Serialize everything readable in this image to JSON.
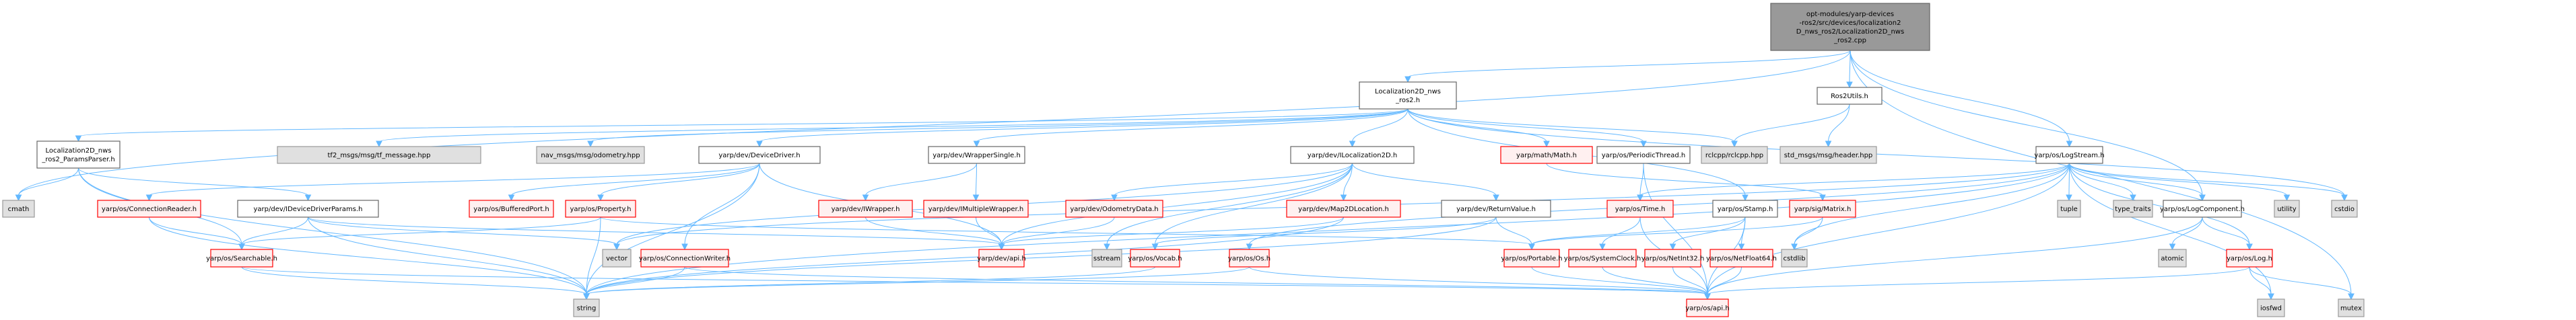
{
  "title": "Include dependency graph for Localization2D_nws_ros2.cpp",
  "styles": {
    "root": {
      "fill": "#999999",
      "stroke": "#666666"
    },
    "normal": {
      "fill": "#ffffff",
      "stroke": "#666666"
    },
    "external": {
      "fill": "#e0e0e0",
      "stroke": "#999999"
    },
    "truncated": {
      "fill": "#fff0f0",
      "stroke": "#ff0000"
    },
    "edge_color": "#63b8ff"
  },
  "nodes": [
    {
      "id": "root",
      "kind": "root",
      "lines": [
        "opt-modules/yarp-devices",
        "-ros2/src/devices/localization2",
        "D_nws_ros2/Localization2D_nws",
        "_ros2.cpp"
      ]
    },
    {
      "id": "loc_h",
      "kind": "normal",
      "lines": [
        "Localization2D_nws",
        "_ros2.h"
      ]
    },
    {
      "id": "ros2utils",
      "kind": "normal",
      "lines": [
        "Ros2Utils.h"
      ]
    },
    {
      "id": "params",
      "kind": "normal",
      "lines": [
        "Localization2D_nws",
        "_ros2_ParamsParser.h"
      ]
    },
    {
      "id": "tf2",
      "kind": "external",
      "lines": [
        "tf2_msgs/msg/tf_message.hpp"
      ]
    },
    {
      "id": "navmsgs",
      "kind": "external",
      "lines": [
        "nav_msgs/msg/odometry.hpp"
      ]
    },
    {
      "id": "devicedriver",
      "kind": "normal",
      "lines": [
        "yarp/dev/DeviceDriver.h"
      ]
    },
    {
      "id": "wrappersingle",
      "kind": "normal",
      "lines": [
        "yarp/dev/WrapperSingle.h"
      ]
    },
    {
      "id": "iloc2d",
      "kind": "normal",
      "lines": [
        "yarp/dev/ILocalization2D.h"
      ]
    },
    {
      "id": "math",
      "kind": "truncated",
      "lines": [
        "yarp/math/Math.h"
      ]
    },
    {
      "id": "periodic",
      "kind": "normal",
      "lines": [
        "yarp/os/PeriodicThread.h"
      ]
    },
    {
      "id": "rclcpp",
      "kind": "external",
      "lines": [
        "rclcpp/rclcpp.hpp"
      ]
    },
    {
      "id": "stdmsgs",
      "kind": "external",
      "lines": [
        "std_msgs/msg/header.hpp"
      ]
    },
    {
      "id": "logstream",
      "kind": "normal",
      "lines": [
        "yarp/os/LogStream.h"
      ]
    },
    {
      "id": "cmath",
      "kind": "external",
      "lines": [
        "cmath"
      ]
    },
    {
      "id": "connreader",
      "kind": "truncated",
      "lines": [
        "yarp/os/ConnectionReader.h"
      ]
    },
    {
      "id": "idevparams",
      "kind": "normal",
      "lines": [
        "yarp/dev/IDeviceDriverParams.h"
      ]
    },
    {
      "id": "bufferedport",
      "kind": "truncated",
      "lines": [
        "yarp/os/BufferedPort.h"
      ]
    },
    {
      "id": "property",
      "kind": "truncated",
      "lines": [
        "yarp/os/Property.h"
      ]
    },
    {
      "id": "iwrapper",
      "kind": "truncated",
      "lines": [
        "yarp/dev/IWrapper.h"
      ]
    },
    {
      "id": "imultiwrapper",
      "kind": "truncated",
      "lines": [
        "yarp/dev/IMultipleWrapper.h"
      ]
    },
    {
      "id": "odometry",
      "kind": "truncated",
      "lines": [
        "yarp/dev/OdometryData.h"
      ]
    },
    {
      "id": "map2dloc",
      "kind": "truncated",
      "lines": [
        "yarp/dev/Map2DLocation.h"
      ]
    },
    {
      "id": "returnvalue",
      "kind": "normal",
      "lines": [
        "yarp/dev/ReturnValue.h"
      ]
    },
    {
      "id": "time",
      "kind": "truncated",
      "lines": [
        "yarp/os/Time.h"
      ]
    },
    {
      "id": "stamp",
      "kind": "normal",
      "lines": [
        "yarp/os/Stamp.h"
      ]
    },
    {
      "id": "matrix",
      "kind": "truncated",
      "lines": [
        "yarp/sig/Matrix.h"
      ]
    },
    {
      "id": "tuple",
      "kind": "external",
      "lines": [
        "tuple"
      ]
    },
    {
      "id": "typetraits",
      "kind": "external",
      "lines": [
        "type_traits"
      ]
    },
    {
      "id": "logcomponent",
      "kind": "normal",
      "lines": [
        "yarp/os/LogComponent.h"
      ]
    },
    {
      "id": "utility",
      "kind": "external",
      "lines": [
        "utility"
      ]
    },
    {
      "id": "cstdio",
      "kind": "external",
      "lines": [
        "cstdio"
      ]
    },
    {
      "id": "searchable",
      "kind": "truncated",
      "lines": [
        "yarp/os/Searchable.h"
      ]
    },
    {
      "id": "vector",
      "kind": "external",
      "lines": [
        "vector"
      ]
    },
    {
      "id": "connwriter",
      "kind": "truncated",
      "lines": [
        "yarp/os/ConnectionWriter.h"
      ]
    },
    {
      "id": "devapi",
      "kind": "truncated",
      "lines": [
        "yarp/dev/api.h"
      ]
    },
    {
      "id": "sstream",
      "kind": "external",
      "lines": [
        "sstream"
      ]
    },
    {
      "id": "vocab",
      "kind": "truncated",
      "lines": [
        "yarp/os/Vocab.h"
      ]
    },
    {
      "id": "os",
      "kind": "truncated",
      "lines": [
        "yarp/os/Os.h"
      ]
    },
    {
      "id": "portable",
      "kind": "truncated",
      "lines": [
        "yarp/os/Portable.h"
      ]
    },
    {
      "id": "systemclock",
      "kind": "truncated",
      "lines": [
        "yarp/os/SystemClock.h"
      ]
    },
    {
      "id": "netint32",
      "kind": "truncated",
      "lines": [
        "yarp/os/NetInt32.h"
      ]
    },
    {
      "id": "netfloat64",
      "kind": "truncated",
      "lines": [
        "yarp/os/NetFloat64.h"
      ]
    },
    {
      "id": "cstdlib",
      "kind": "external",
      "lines": [
        "cstdlib"
      ]
    },
    {
      "id": "atomic",
      "kind": "external",
      "lines": [
        "atomic"
      ]
    },
    {
      "id": "log",
      "kind": "truncated",
      "lines": [
        "yarp/os/Log.h"
      ]
    },
    {
      "id": "string",
      "kind": "external",
      "lines": [
        "string"
      ]
    },
    {
      "id": "osapi",
      "kind": "truncated",
      "lines": [
        "yarp/os/api.h"
      ]
    },
    {
      "id": "iosfwd",
      "kind": "external",
      "lines": [
        "iosfwd"
      ]
    },
    {
      "id": "mutex",
      "kind": "external",
      "lines": [
        "mutex"
      ]
    }
  ],
  "edges": [
    [
      "root",
      "loc_h"
    ],
    [
      "root",
      "ros2utils"
    ],
    [
      "root",
      "logstream"
    ],
    [
      "root",
      "logcomponent"
    ],
    [
      "root",
      "cmath"
    ],
    [
      "root",
      "mutex"
    ],
    [
      "loc_h",
      "params"
    ],
    [
      "loc_h",
      "tf2"
    ],
    [
      "loc_h",
      "navmsgs"
    ],
    [
      "loc_h",
      "devicedriver"
    ],
    [
      "loc_h",
      "wrappersingle"
    ],
    [
      "loc_h",
      "iloc2d"
    ],
    [
      "loc_h",
      "math"
    ],
    [
      "loc_h",
      "periodic"
    ],
    [
      "loc_h",
      "rclcpp"
    ],
    [
      "loc_h",
      "stamp"
    ],
    [
      "loc_h",
      "cstdio"
    ],
    [
      "ros2utils",
      "rclcpp"
    ],
    [
      "ros2utils",
      "stdmsgs"
    ],
    [
      "params",
      "cmath"
    ],
    [
      "params",
      "idevparams"
    ],
    [
      "params",
      "searchable"
    ],
    [
      "params",
      "string"
    ],
    [
      "devicedriver",
      "connreader"
    ],
    [
      "devicedriver",
      "bufferedport"
    ],
    [
      "devicedriver",
      "property"
    ],
    [
      "devicedriver",
      "connwriter"
    ],
    [
      "devicedriver",
      "devapi"
    ],
    [
      "devicedriver",
      "string"
    ],
    [
      "wrappersingle",
      "iwrapper"
    ],
    [
      "wrappersingle",
      "imultiwrapper"
    ],
    [
      "iloc2d",
      "odometry"
    ],
    [
      "iloc2d",
      "map2dloc"
    ],
    [
      "iloc2d",
      "returnvalue"
    ],
    [
      "iloc2d",
      "devapi"
    ],
    [
      "iloc2d",
      "vector"
    ],
    [
      "iloc2d",
      "sstream"
    ],
    [
      "iloc2d",
      "vocab"
    ],
    [
      "periodic",
      "time"
    ],
    [
      "periodic",
      "osapi"
    ],
    [
      "math",
      "matrix"
    ],
    [
      "logstream",
      "time"
    ],
    [
      "logstream",
      "logcomponent"
    ],
    [
      "logstream",
      "log"
    ],
    [
      "logstream",
      "tuple"
    ],
    [
      "logstream",
      "typetraits"
    ],
    [
      "logstream",
      "utility"
    ],
    [
      "logstream",
      "cstdio"
    ],
    [
      "logstream",
      "cstdlib"
    ],
    [
      "logstream",
      "osapi"
    ],
    [
      "logstream",
      "iosfwd"
    ],
    [
      "logstream",
      "string"
    ],
    [
      "logstream",
      "vector"
    ],
    [
      "logstream",
      "os"
    ],
    [
      "connreader",
      "searchable"
    ],
    [
      "connreader",
      "string"
    ],
    [
      "idevparams",
      "searchable"
    ],
    [
      "idevparams",
      "string"
    ],
    [
      "idevparams",
      "vector"
    ],
    [
      "idevparams",
      "devapi"
    ],
    [
      "property",
      "searchable"
    ],
    [
      "property",
      "string"
    ],
    [
      "property",
      "portable"
    ],
    [
      "iwrapper",
      "devapi"
    ],
    [
      "imultiwrapper",
      "devapi"
    ],
    [
      "odometry",
      "devapi"
    ],
    [
      "map2dloc",
      "devapi"
    ],
    [
      "map2dloc",
      "string"
    ],
    [
      "returnvalue",
      "portable"
    ],
    [
      "returnvalue",
      "string"
    ],
    [
      "returnvalue",
      "vocab"
    ],
    [
      "time",
      "systemclock"
    ],
    [
      "time",
      "osapi"
    ],
    [
      "stamp",
      "portable"
    ],
    [
      "stamp",
      "netint32"
    ],
    [
      "stamp",
      "netfloat64"
    ],
    [
      "stamp",
      "osapi"
    ],
    [
      "matrix",
      "cstdlib"
    ],
    [
      "matrix",
      "portable"
    ],
    [
      "logcomponent",
      "atomic"
    ],
    [
      "logcomponent",
      "log"
    ],
    [
      "logcomponent",
      "osapi"
    ],
    [
      "searchable",
      "string"
    ],
    [
      "searchable",
      "osapi"
    ],
    [
      "connwriter",
      "string"
    ],
    [
      "connwriter",
      "osapi"
    ],
    [
      "os",
      "string"
    ],
    [
      "os",
      "osapi"
    ],
    [
      "portable",
      "osapi"
    ],
    [
      "systemclock",
      "osapi"
    ],
    [
      "netint32",
      "osapi"
    ],
    [
      "netfloat64",
      "osapi"
    ],
    [
      "vocab",
      "string"
    ],
    [
      "log",
      "iosfwd"
    ],
    [
      "log",
      "mutex"
    ],
    [
      "log",
      "osapi"
    ]
  ]
}
